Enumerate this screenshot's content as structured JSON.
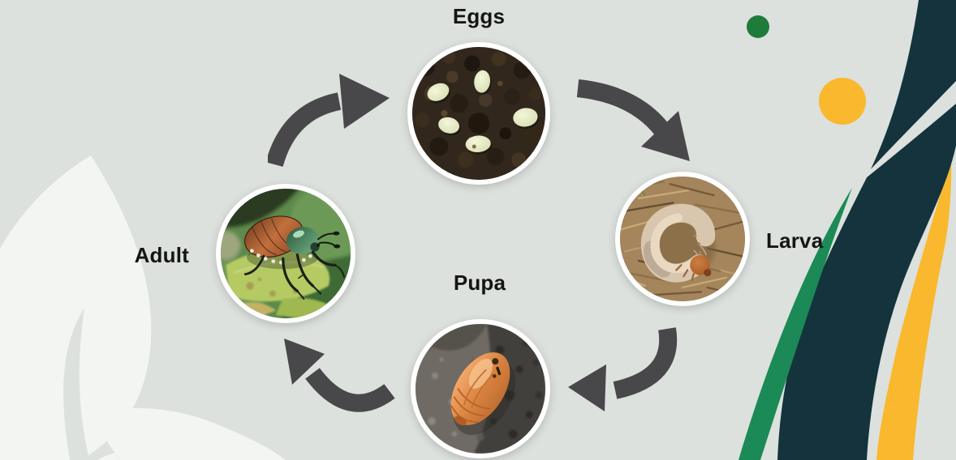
{
  "diagram": {
    "type": "cycle",
    "subject": "beetle life cycle",
    "stages": [
      {
        "label": "Eggs",
        "photo": "pale oval beetle eggs in dark soil"
      },
      {
        "label": "Larva",
        "photo": "cream C-shaped grub curled in dry thatch"
      },
      {
        "label": "Pupa",
        "photo": "orange pupa lying on dark gray soil"
      },
      {
        "label": "Adult",
        "photo": "adult Japanese beetle with copper wing covers on a green leaf"
      }
    ],
    "cycle_order": [
      "Eggs",
      "Larva",
      "Pupa",
      "Adult"
    ],
    "arrows": [
      "Adult to Eggs",
      "Eggs to Larva",
      "Larva to Pupa",
      "Pupa to Adult"
    ]
  },
  "colors": {
    "background": "#dce1dd",
    "arrow": "#48484a",
    "label_text": "#151515",
    "dark_teal_swoosh": "#14333d",
    "yellow_swoosh": "#f9b82e",
    "green_swoosh": "#1b8a56",
    "green_dot": "#1e7b3a",
    "leaf_shape": "#f3f5f3",
    "photo_ring": "#ffffff"
  }
}
